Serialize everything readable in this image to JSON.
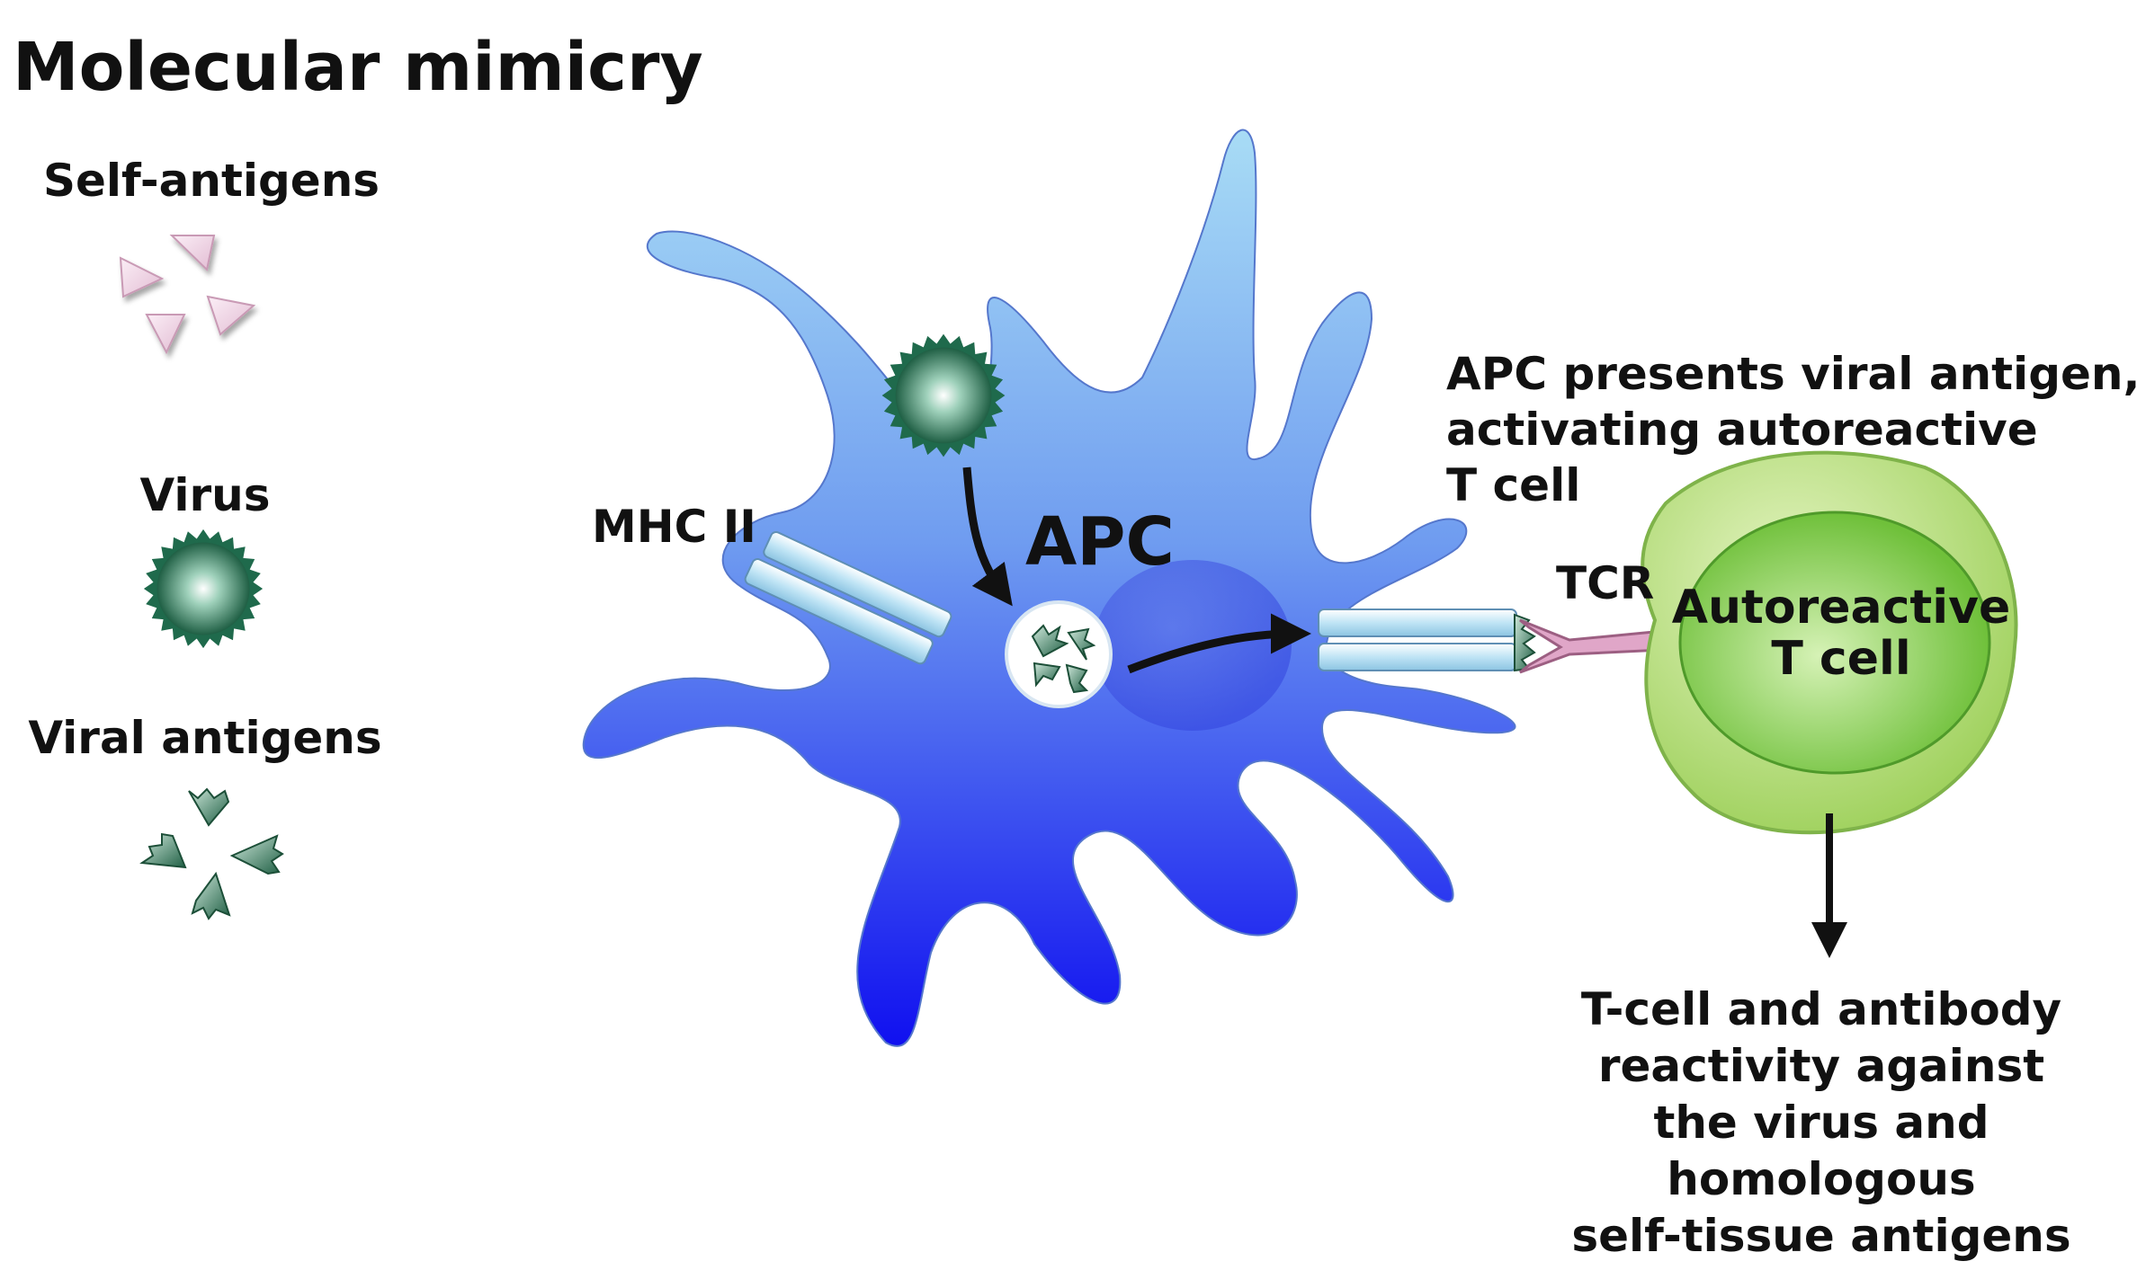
{
  "title": "Molecular mimicry",
  "legend": {
    "self_antigens": "Self-antigens",
    "virus": "Virus",
    "viral_antigens": "Viral antigens"
  },
  "labels": {
    "apc": "APC",
    "mhc": "MHC II",
    "tcr": "TCR",
    "t_cell_line1": "Autoreactive",
    "t_cell_line2": "T cell"
  },
  "caption_presents": [
    "APC presents viral antigen,",
    "activating autoreactive",
    "T cell"
  ],
  "caption_outcome": [
    "T-cell and antibody",
    "reactivity against",
    "the virus and",
    "homologous",
    "self-tissue antigens"
  ],
  "icons": {
    "virus": "spiked-sphere-icon",
    "self_antigen": "pink-triangle-icon",
    "viral_antigen": "green-serrated-fragment-icon"
  },
  "colors": {
    "apc_light": "#a8dcf5",
    "apc_dark": "#1a1aee",
    "virus": "#1f6a4c",
    "self_antigen": "#f2d6e6",
    "t_cell_outer": "#b9e07a",
    "t_cell_inner": "#86cf4e",
    "receptor": "#bfe0f2",
    "tcr": "#e0a6c8"
  }
}
